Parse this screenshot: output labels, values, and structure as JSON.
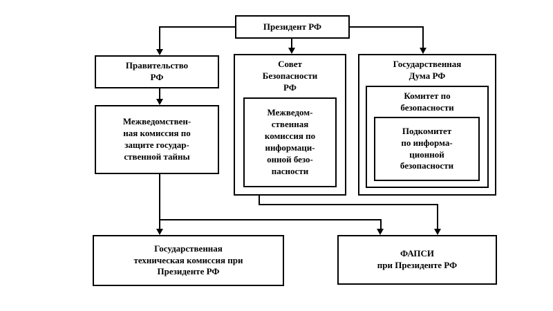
{
  "diagram": {
    "type": "org-chart",
    "language": "ru",
    "nodes": {
      "president": "Президент РФ",
      "government": "Правительство\nРФ",
      "state_secrets_commission": "Межведомствен-\nная комиссия по\nзащите государ-\nственной тайны",
      "security_council": "Совет\nБезопасности\nРФ",
      "infosec_commission": "Межведом-\nственная\nкомиссия по\nинформаци-\nонной безо-\nпасности",
      "duma": "Государственная\nДума РФ",
      "security_committee": "Комитет по\nбезопасности",
      "infosec_subcommittee": "Подкомитет\nпо информа-\nционной\nбезопасности",
      "gostekhcommission": "Государственная\nтехническая комиссия при\nПрезиденте РФ",
      "fapsi": "ФАПСИ\nпри Президенте РФ"
    },
    "edges": [
      {
        "from": "president",
        "to": "government"
      },
      {
        "from": "president",
        "to": "security_council"
      },
      {
        "from": "president",
        "to": "duma"
      },
      {
        "from": "government",
        "to": "state_secrets_commission"
      },
      {
        "from": "state_secrets_commission",
        "to": "gostekhcommission"
      },
      {
        "from": "state_secrets_commission",
        "to": "fapsi"
      },
      {
        "from": "security_council",
        "to": "fapsi"
      }
    ],
    "containment": [
      {
        "parent": "security_council",
        "child": "infosec_commission"
      },
      {
        "parent": "duma",
        "child": "security_committee"
      },
      {
        "parent": "security_committee",
        "child": "infosec_subcommittee"
      }
    ],
    "colors": {
      "background": "#ffffff",
      "line": "#000000",
      "border": "#000000",
      "text": "#000000"
    }
  }
}
